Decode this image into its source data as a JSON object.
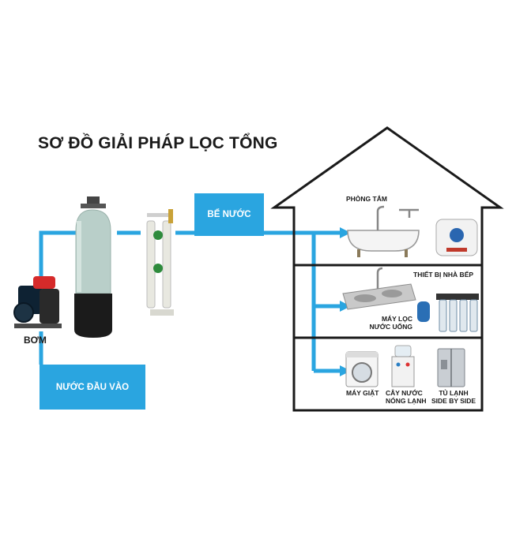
{
  "title": "SƠ ĐỒ GIẢI PHÁP LỌC TỔNG",
  "labels": {
    "pump": "BƠM",
    "inlet": "NƯỚC ĐẦU VÀO",
    "tank": "BỂ NƯỚC",
    "bathroom": "PHÒNG TẮM",
    "kitchen": "THIẾT BỊ NHÀ BẾP",
    "purifier_line1": "MÁY LỌC",
    "purifier_line2": "NƯỚC UỐNG",
    "washer": "MÁY GIẶT",
    "dispenser_line1": "CÂY NƯỚC",
    "dispenser_line2": "NÓNG LẠNH",
    "fridge_line1": "TỦ LẠNH",
    "fridge_line2": "SIDE BY SIDE"
  },
  "colors": {
    "pipe": "#2aa5e0",
    "house": "#1a1a1a",
    "box": "#2aa5e0"
  },
  "icons": [
    "pump-icon",
    "filter-tank-icon",
    "filter-valve-icon",
    "bathtub-icon",
    "faucet-icon",
    "water-heater-icon",
    "sink-icon",
    "ro-purifier-icon",
    "washing-machine-icon",
    "water-dispenser-icon",
    "fridge-icon"
  ]
}
